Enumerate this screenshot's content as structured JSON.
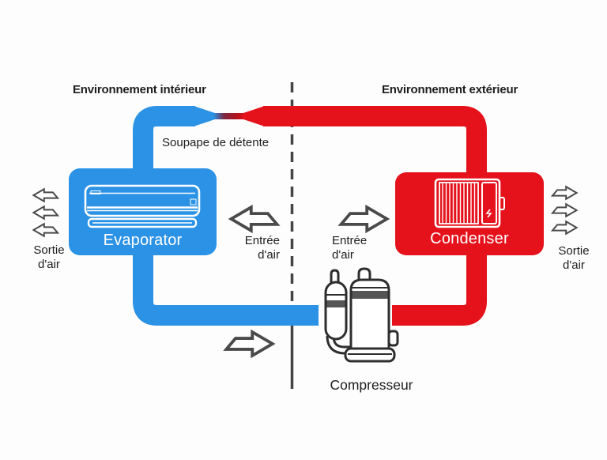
{
  "titles": {
    "indoor": "Environnement intérieur",
    "outdoor": "Environnement extérieur"
  },
  "components": {
    "expansion_valve": "Soupape de détente",
    "evaporator": "Evaporator",
    "condenser": "Condenser",
    "compressor": "Compresseur"
  },
  "air_labels": {
    "out_left": [
      "Sortie",
      "d'air"
    ],
    "in_left": [
      "Entrée",
      "d'air"
    ],
    "in_right": [
      "Entrée",
      "d'air"
    ],
    "out_right": [
      "Sortie",
      "d'air"
    ]
  },
  "icons": {
    "evaporator": "indoor-ac-unit-icon",
    "condenser": "outdoor-ac-unit-icon",
    "compressor": "compressor-tanks-icon",
    "airflow": "outline-arrow-icon",
    "divider": "dashed-separator-line"
  },
  "colors": {
    "cold": "#2b92e6",
    "hot": "#e5121c",
    "arrow": "#4a4a4a",
    "divider": "#454545",
    "text": "#1d1d1d",
    "label_on_box": "#ffffff"
  }
}
